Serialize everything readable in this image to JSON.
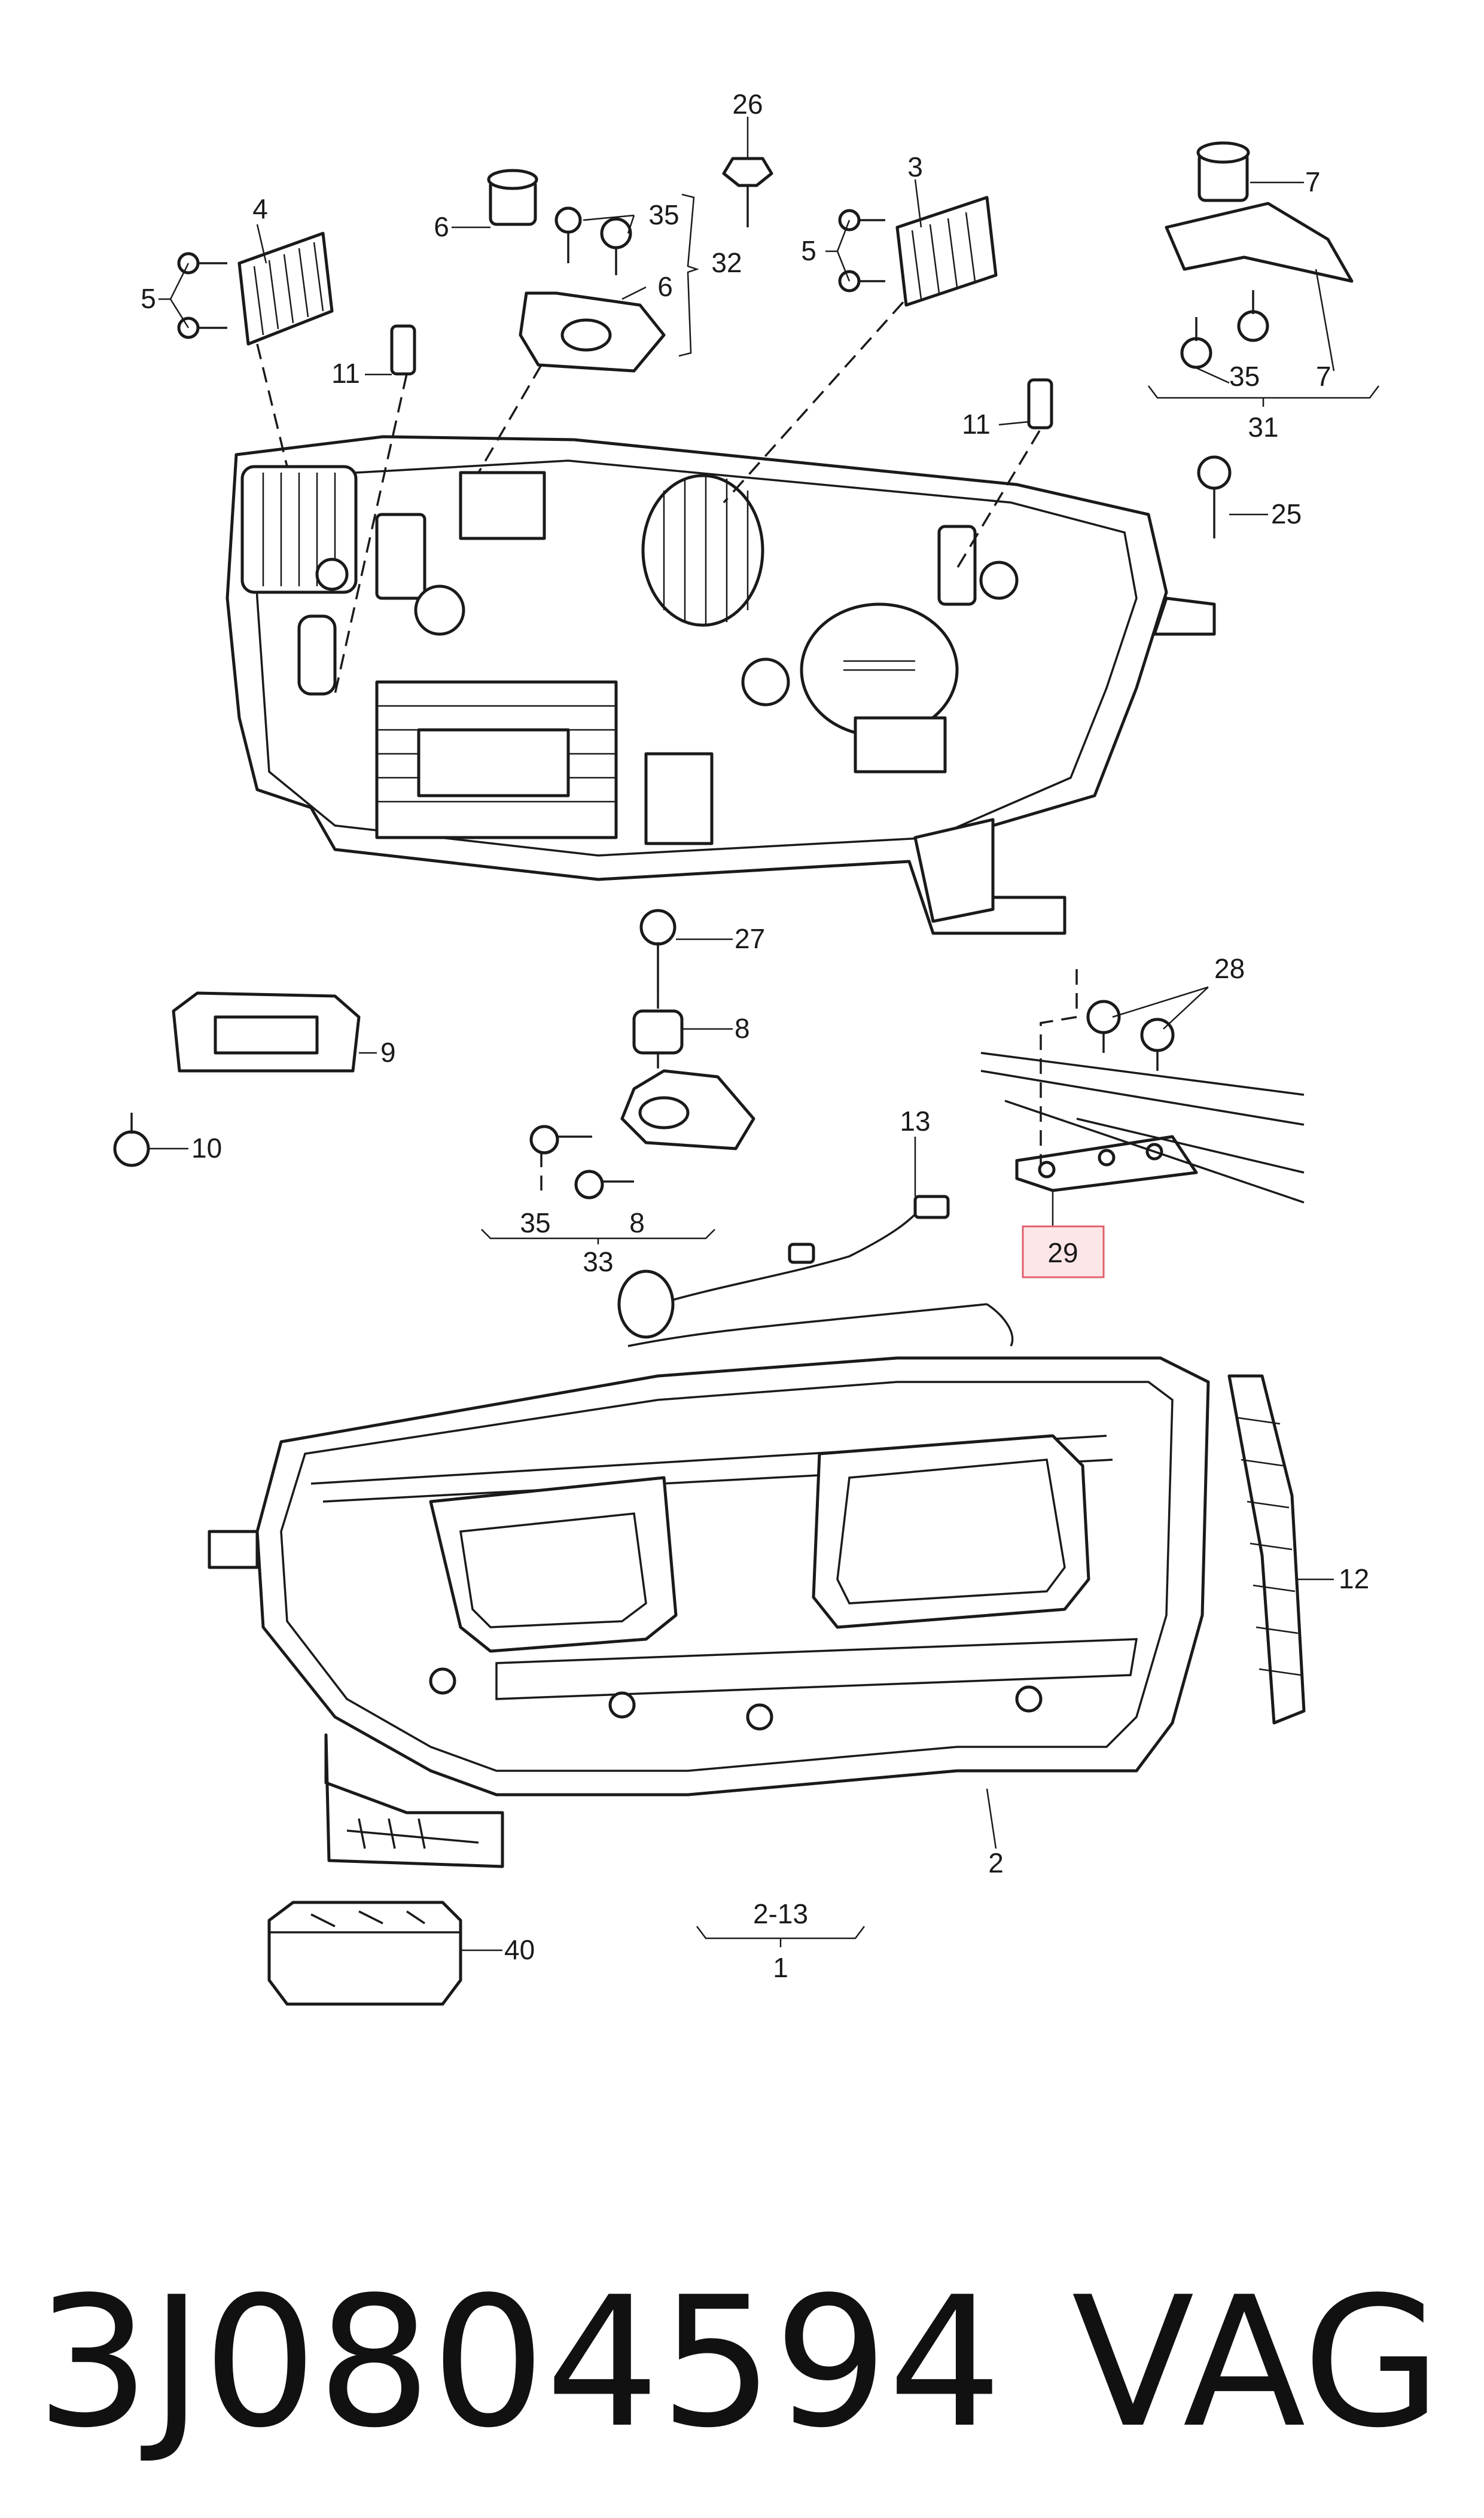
{
  "callouts": {
    "c1": "1",
    "c2": "2",
    "c2_13": "2-13",
    "c3": "3",
    "c4": "4",
    "c5a": "5",
    "c5b": "5",
    "c6a": "6",
    "c6b": "6",
    "c7a": "7",
    "c7b": "7",
    "c8a": "8",
    "c8b": "8",
    "c9": "9",
    "c10": "10",
    "c11a": "11",
    "c11b": "11",
    "c12": "12",
    "c13": "13",
    "c25": "25",
    "c26": "26",
    "c27": "27",
    "c28": "28",
    "c29": "29",
    "c31": "31",
    "c32": "32",
    "c33": "33",
    "c35a": "35",
    "c35b": "35",
    "c35c": "35",
    "c40": "40"
  },
  "highlight": {
    "callout": "29",
    "color": "#e0606d"
  },
  "footer": {
    "part_number": "3J0804594",
    "brand": "VAG"
  }
}
